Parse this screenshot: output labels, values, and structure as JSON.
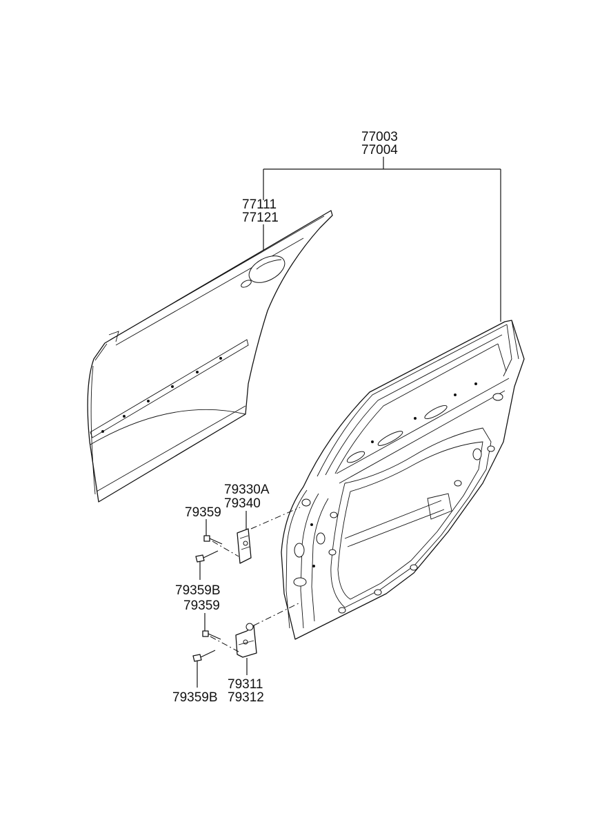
{
  "labels": {
    "assembly_1": "77003",
    "assembly_2": "77004",
    "outer_panel_1": "77111",
    "outer_panel_2": "77121",
    "upper_hinge_1": "79330A",
    "upper_hinge_2": "79340",
    "upper_bolt": "79359",
    "upper_bolt_b": "79359B",
    "lower_bolt": "79359",
    "lower_hinge_1": "79311",
    "lower_hinge_2": "79312",
    "lower_bolt_b": "79359B"
  }
}
